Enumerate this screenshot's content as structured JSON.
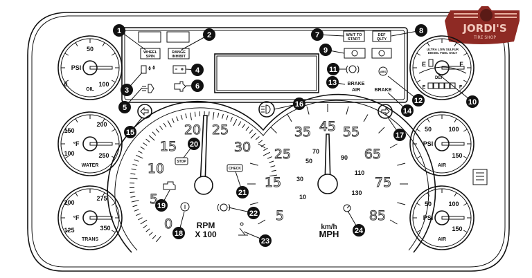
{
  "logo": {
    "name": "JORDI'S",
    "tagline": "TIRE SHOP",
    "color": "#8e2a24"
  },
  "warning_panel": {
    "wheel_spin": [
      "WHEEL",
      "SPIN"
    ],
    "range_inhibit": [
      "RANGE",
      "INHIBIT"
    ],
    "wait_to_start": [
      "WAIT TO",
      "START"
    ],
    "def_qlty": [
      "DEF",
      "QLTY"
    ],
    "brake_air": [
      "BRAKE",
      "AIR"
    ],
    "brake": "BRAKE"
  },
  "gauges": {
    "oil": {
      "label": "OIL",
      "unit": "PSI",
      "ticks": [
        "0",
        "50",
        "100"
      ]
    },
    "water": {
      "label": "WATER",
      "unit": "°F",
      "ticks": [
        "100",
        "150",
        "200",
        "250"
      ]
    },
    "trans": {
      "label": "TRANS",
      "unit": "°F",
      "ticks": [
        "125",
        "200",
        "275",
        "350"
      ]
    },
    "fuel": {
      "notice": [
        "ULTRA LOW SULFUR",
        "DIESEL FUEL ONLY"
      ],
      "empty": "E",
      "full": "F",
      "def_label": "DEF",
      "def_empty": "E",
      "def_full": "F"
    },
    "air1": {
      "label": "AIR",
      "unit": "PSI",
      "ticks": [
        "50",
        "100",
        "150"
      ]
    },
    "air2": {
      "label": "AIR",
      "unit": "PSI",
      "ticks": [
        "50",
        "100",
        "150"
      ]
    }
  },
  "tachometer": {
    "ticks": [
      "0",
      "5",
      "10",
      "15",
      "20",
      "25",
      "30"
    ],
    "unit": [
      "RPM",
      "X 100"
    ],
    "stop": "STOP",
    "check": "CHECK"
  },
  "speedometer": {
    "mph_ticks": [
      "5",
      "15",
      "25",
      "35",
      "45",
      "55",
      "65",
      "75",
      "85"
    ],
    "kmh_ticks": [
      "10",
      "30",
      "50",
      "70",
      "90",
      "110",
      "130"
    ],
    "unit": [
      "km/h",
      "MPH"
    ]
  },
  "callouts": [
    "1",
    "2",
    "3",
    "4",
    "5",
    "6",
    "7",
    "8",
    "9",
    "10",
    "11",
    "12",
    "13",
    "14",
    "15",
    "16",
    "17",
    "18",
    "19",
    "20",
    "21",
    "22",
    "23",
    "24"
  ]
}
